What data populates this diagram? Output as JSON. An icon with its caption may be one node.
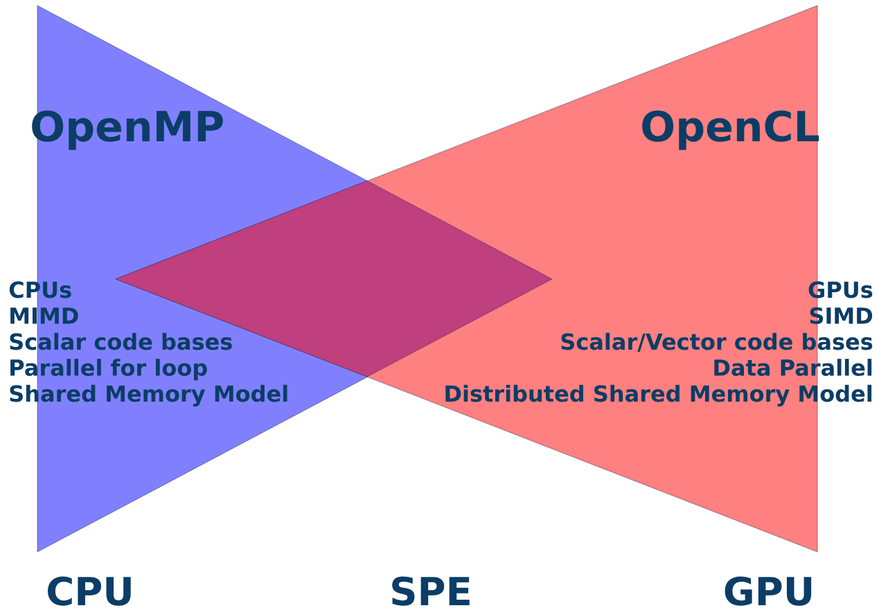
{
  "diagram": {
    "nodes": [
      {
        "text": [
          "OpenMP"
        ]
      },
      {
        "text": [
          "OpenCL"
        ]
      }
    ],
    "labels": [
      "CPUs",
      "MIMD",
      "Scalar code bases",
      "Parallel for loop",
      "Shared Memory Model",
      "GPUs",
      "SIMD",
      "Scalar/Vector code bases",
      "Data Parallel",
      "Distributed Shared Memory Model",
      "CPU",
      "SPE",
      "GPU"
    ]
  }
}
